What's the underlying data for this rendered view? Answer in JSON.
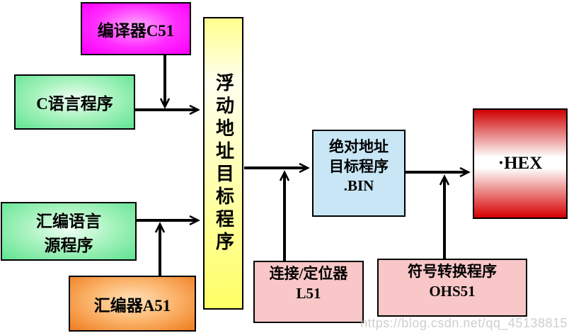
{
  "boxes": {
    "compiler_c51": {
      "label": "编译器C51"
    },
    "c_program": {
      "label": "C语言程序"
    },
    "asm_source": {
      "lines": [
        "汇编语言",
        "源程序"
      ]
    },
    "assembler_a51": {
      "label": "汇编器A51"
    },
    "relocatable_object": {
      "label": "浮动地址目标程序"
    },
    "absolute_object": {
      "lines": [
        "绝对地址",
        "目标程序",
        ".BIN"
      ]
    },
    "hex_output": {
      "label": "·HEX"
    },
    "linker_l51": {
      "lines": [
        "连接/定位器",
        "L51"
      ]
    },
    "converter_ohs51": {
      "lines": [
        "符号转换程序",
        "OHS51"
      ]
    }
  },
  "colors": {
    "magenta_box": "#ff00ff",
    "green_box": "#66e595",
    "orange_box": "#ef8126",
    "yellow_box": "#ffff66",
    "blue_box": "#c8e6f5",
    "red_box_edge": "#d60000",
    "pink_box": "#f9c7c7",
    "border": "#000000",
    "arrow": "#000000"
  },
  "watermark": {
    "text": "https://blog.csdn.net/qq_45138815"
  }
}
